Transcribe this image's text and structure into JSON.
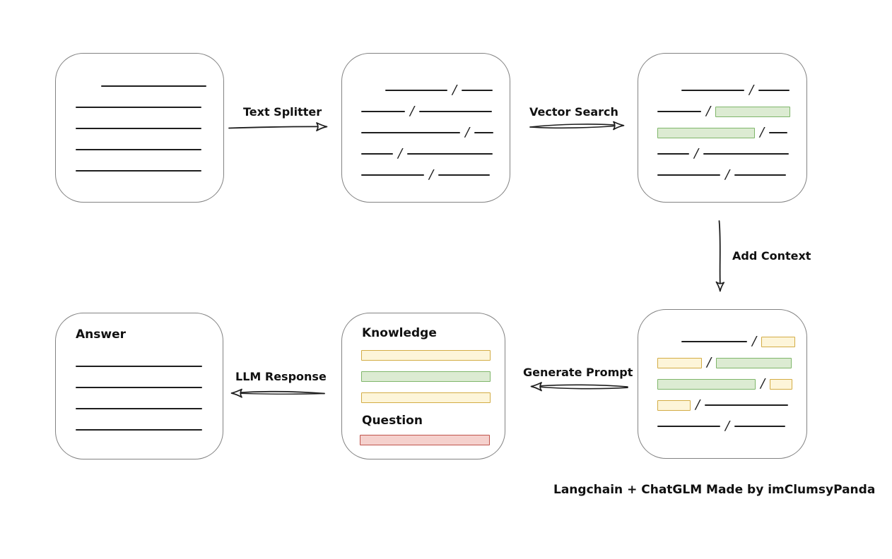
{
  "caption": {
    "text": "Langchain + ChatGLM Made by imClumsyPanda"
  },
  "slash": "/",
  "colors": {
    "box_border": "#828282",
    "line": "#1e1e1e",
    "green_fill": "#dcebd2",
    "green_border": "#7fb66a",
    "yellow_fill": "#fdf5d9",
    "yellow_border": "#d3ac44",
    "red_fill": "#f5d1cd",
    "red_border": "#bf544c"
  },
  "arrows": {
    "text_splitter": {
      "label": "Text Splitter"
    },
    "vector_search": {
      "label": "Vector Search"
    },
    "add_context": {
      "label": "Add Context"
    },
    "generate_prompt": {
      "label": "Generate Prompt"
    },
    "llm_response": {
      "label": "LLM Response"
    }
  },
  "boxes": {
    "document": {
      "rows": [
        [
          {
            "t": "gap",
            "w": 30
          },
          {
            "t": "line",
            "w": 149
          }
        ],
        [
          {
            "t": "line",
            "w": 178
          }
        ],
        [
          {
            "t": "line",
            "w": 178
          }
        ],
        [
          {
            "t": "line",
            "w": 178
          }
        ],
        [
          {
            "t": "line",
            "w": 178
          }
        ]
      ]
    },
    "split_text": {
      "rows": [
        [
          {
            "t": "gap",
            "w": 28
          },
          {
            "t": "line",
            "w": 88
          },
          {
            "t": "slash"
          },
          {
            "t": "line",
            "w": 44
          }
        ],
        [
          {
            "t": "line",
            "w": 62
          },
          {
            "t": "slash"
          },
          {
            "t": "line",
            "w": 103
          }
        ],
        [
          {
            "t": "line",
            "w": 140
          },
          {
            "t": "slash"
          },
          {
            "t": "line",
            "w": 27
          }
        ],
        [
          {
            "t": "line",
            "w": 45
          },
          {
            "t": "slash"
          },
          {
            "t": "line",
            "w": 121
          }
        ],
        [
          {
            "t": "line",
            "w": 89
          },
          {
            "t": "slash"
          },
          {
            "t": "line",
            "w": 73
          }
        ]
      ]
    },
    "vector_matched": {
      "rows": [
        [
          {
            "t": "gap",
            "w": 28
          },
          {
            "t": "line",
            "w": 89
          },
          {
            "t": "slash"
          },
          {
            "t": "line",
            "w": 44
          }
        ],
        [
          {
            "t": "line",
            "w": 62
          },
          {
            "t": "slash"
          },
          {
            "t": "rect",
            "c": "green",
            "w": 106
          }
        ],
        [
          {
            "t": "rect",
            "c": "green",
            "w": 138
          },
          {
            "t": "slash"
          },
          {
            "t": "line",
            "w": 26
          }
        ],
        [
          {
            "t": "line",
            "w": 45
          },
          {
            "t": "slash"
          },
          {
            "t": "line",
            "w": 121
          }
        ],
        [
          {
            "t": "line",
            "w": 89
          },
          {
            "t": "slash"
          },
          {
            "t": "line",
            "w": 73
          }
        ]
      ]
    },
    "context_added": {
      "rows": [
        [
          {
            "t": "gap",
            "w": 28
          },
          {
            "t": "line",
            "w": 93
          },
          {
            "t": "slash"
          },
          {
            "t": "rect",
            "c": "yellow",
            "w": 48
          }
        ],
        [
          {
            "t": "rect",
            "c": "yellow",
            "w": 63
          },
          {
            "t": "slash"
          },
          {
            "t": "rect",
            "c": "green",
            "w": 107
          }
        ],
        [
          {
            "t": "rect",
            "c": "green",
            "w": 139
          },
          {
            "t": "slash"
          },
          {
            "t": "rect",
            "c": "yellow",
            "w": 32
          }
        ],
        [
          {
            "t": "rect",
            "c": "yellow",
            "w": 47
          },
          {
            "t": "slash"
          },
          {
            "t": "line",
            "w": 118
          }
        ],
        [
          {
            "t": "line",
            "w": 89
          },
          {
            "t": "slash"
          },
          {
            "t": "line",
            "w": 72
          }
        ]
      ]
    },
    "prompt": {
      "knowledge_label": "Knowledge",
      "question_label": "Question",
      "knowledge_rows": [
        [
          {
            "t": "rect",
            "c": "yellow",
            "w": 183
          }
        ],
        [
          {
            "t": "rect",
            "c": "green",
            "w": 183
          }
        ],
        [
          {
            "t": "rect",
            "c": "yellow",
            "w": 183
          }
        ]
      ],
      "question_rows": [
        [
          {
            "t": "rect",
            "c": "red",
            "w": 184
          }
        ]
      ]
    },
    "answer": {
      "label": "Answer",
      "rows": [
        [
          {
            "t": "line",
            "w": 179
          }
        ],
        [
          {
            "t": "line",
            "w": 179
          }
        ],
        [
          {
            "t": "line",
            "w": 179
          }
        ],
        [
          {
            "t": "line",
            "w": 179
          }
        ]
      ]
    }
  }
}
